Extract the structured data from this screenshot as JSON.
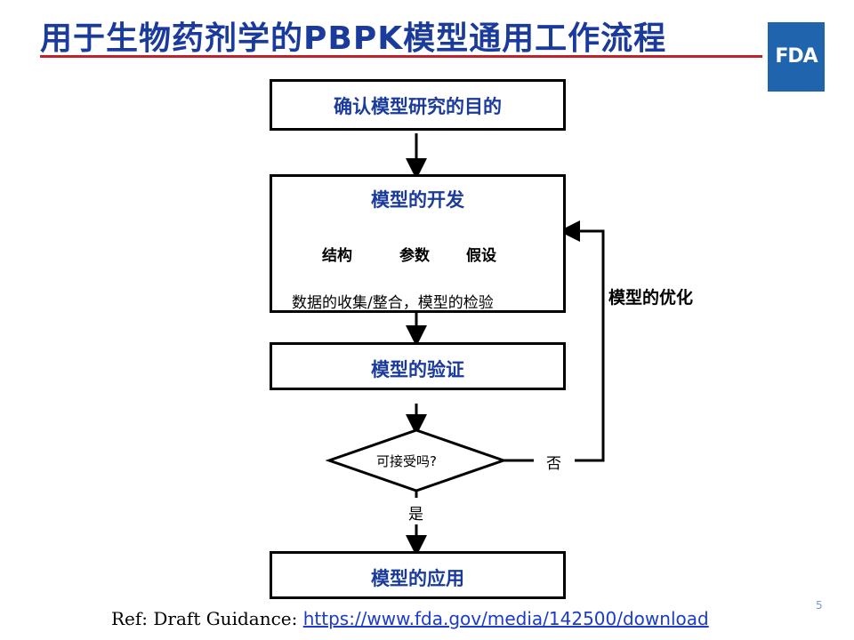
{
  "slide": {
    "title": "用于生物药剂学的PBPK模型通用工作流程",
    "logo_text": "FDA",
    "page_number": "5"
  },
  "flow": {
    "step1": "确认模型研究的目的",
    "step2": "模型的开发",
    "structure": "结构",
    "parameters": "参数",
    "assumptions": "假设",
    "data_note": "数据的收集/整合，模型的检验",
    "step3": "模型的验证",
    "decision": "可接受吗?",
    "no": "否",
    "yes": "是",
    "loop": "模型的优化",
    "step4": "模型的应用"
  },
  "footer": {
    "ref_label": "Ref: Draft Guidance:",
    "link": "https://www.fda.gov/media/142500/download"
  },
  "colors": {
    "title": "#1a3b9b",
    "rule": "#c0222c",
    "logo": "#1f64ad",
    "link": "#1a3bcc"
  }
}
